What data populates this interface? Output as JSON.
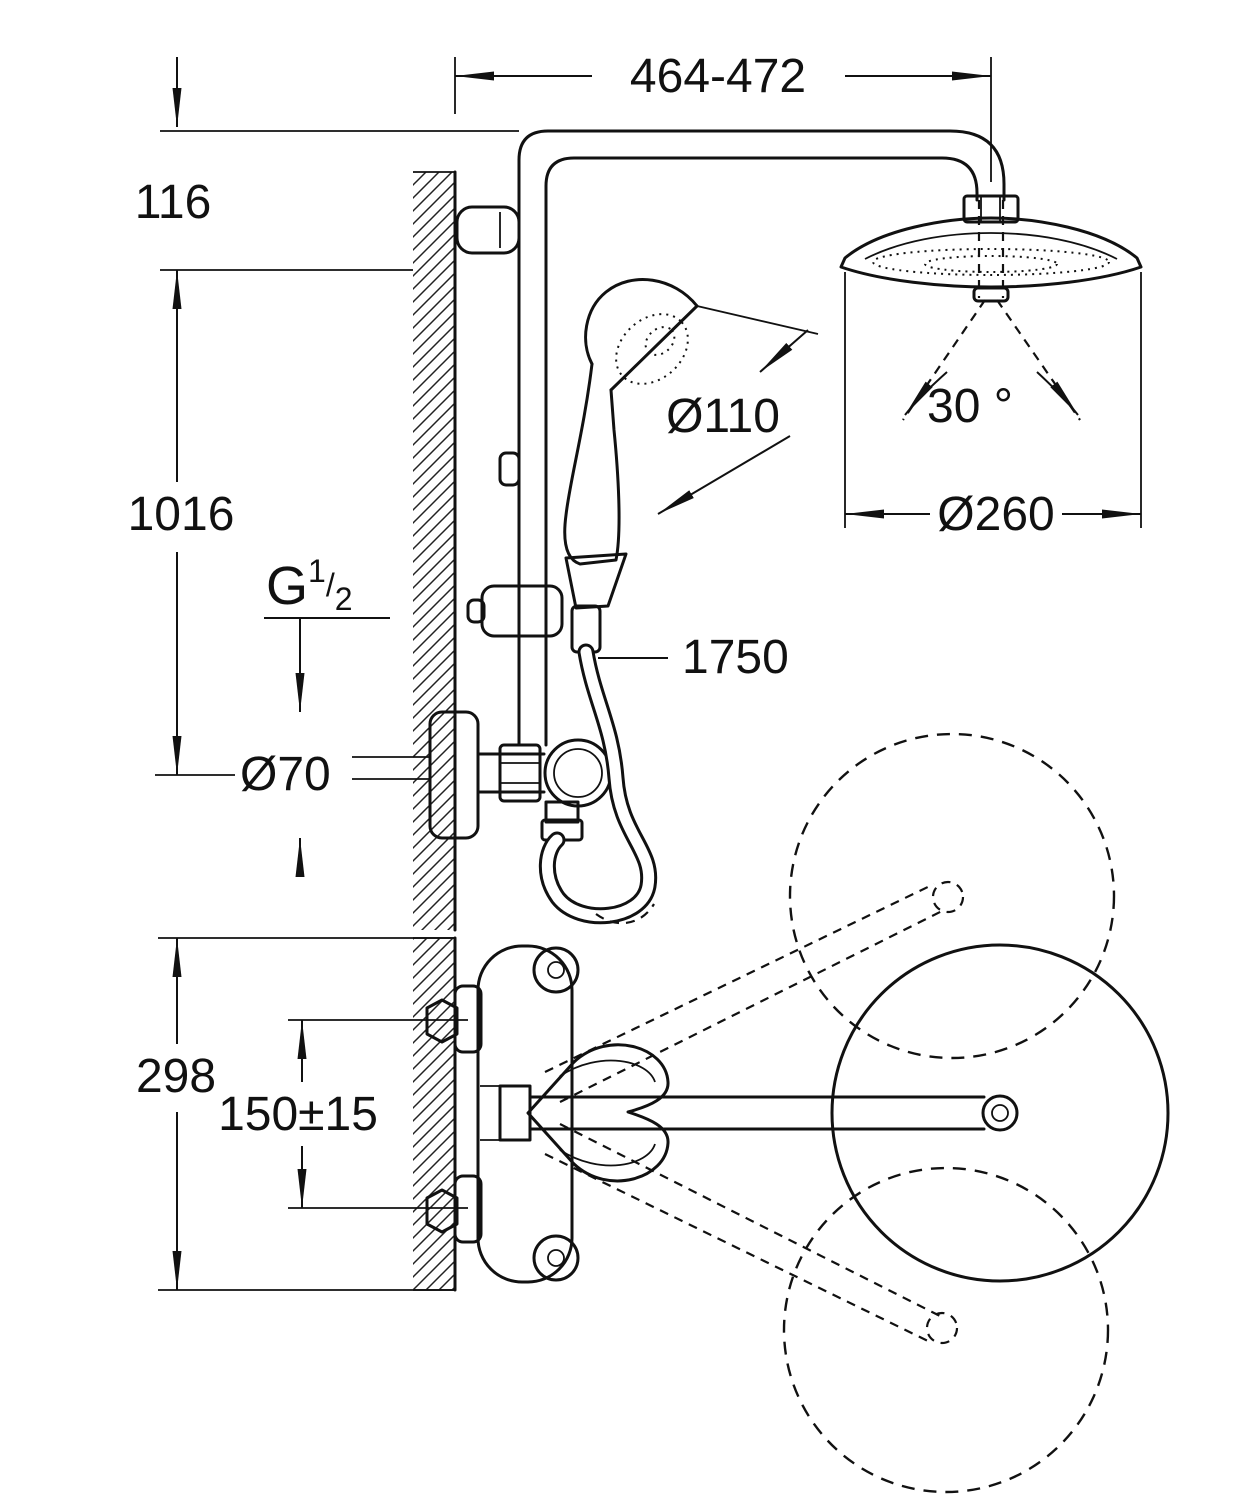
{
  "colors": {
    "line": "#111111",
    "background": "#ffffff"
  },
  "labels": {
    "width_range": "464-472",
    "top_offset": "116",
    "column_height": "1016",
    "thread_g": "G",
    "thread_num": "1",
    "thread_slash": "/",
    "thread_den": "2",
    "escutcheon_dia": "Ø70",
    "handshower_dia": "Ø110",
    "swivel_angle": "30 °",
    "headshower_dia": "Ø260",
    "hose_length": "1750",
    "depth": "298",
    "inlet_spacing": "150±15"
  }
}
